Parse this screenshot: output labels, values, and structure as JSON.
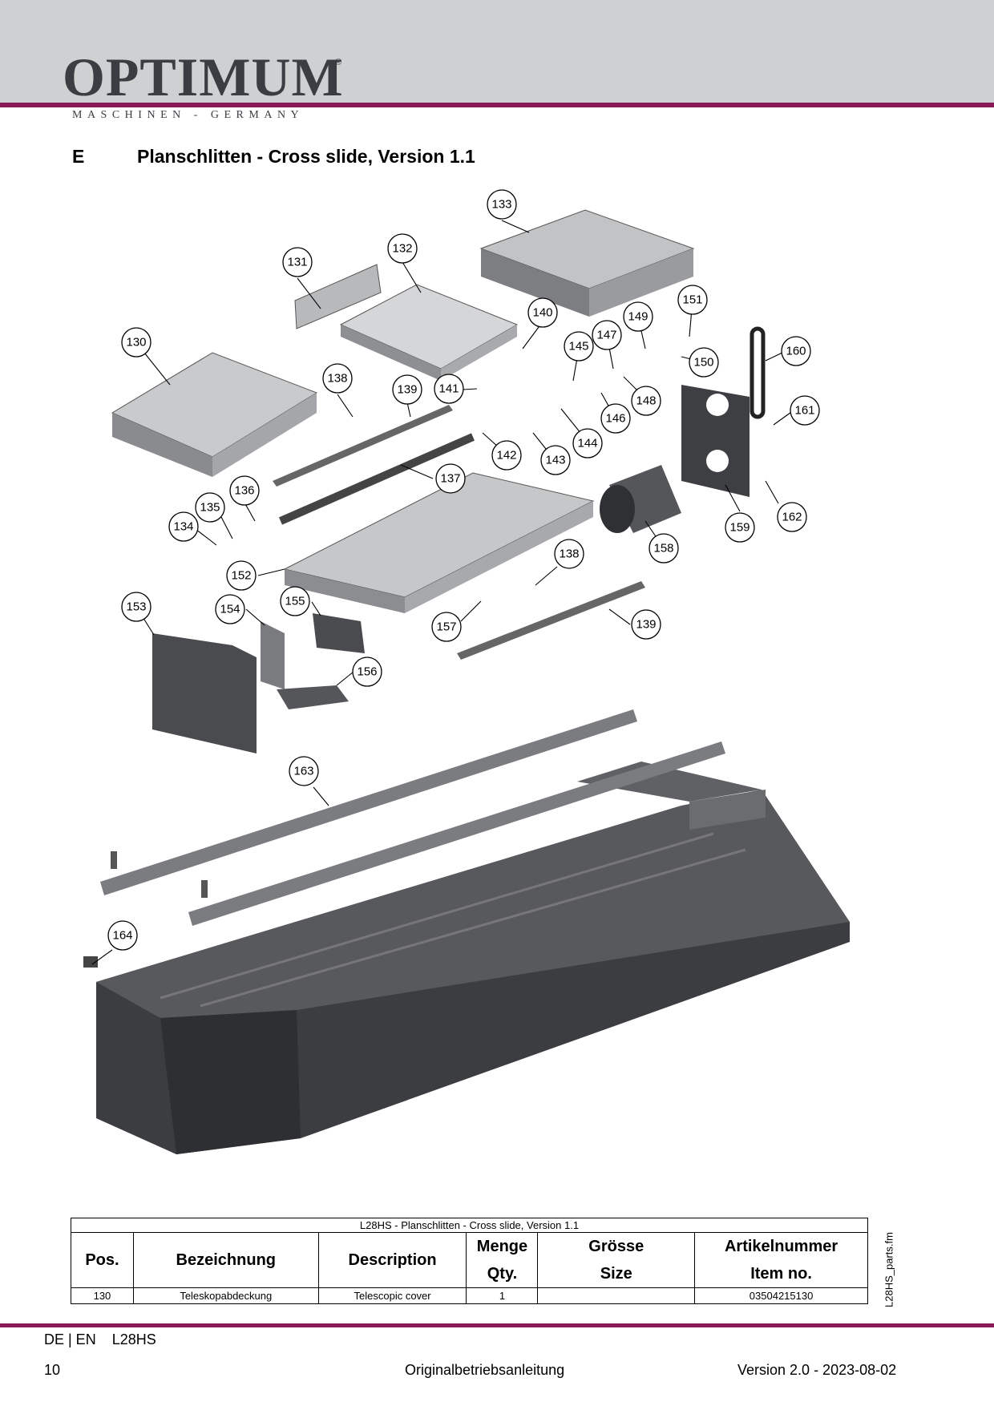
{
  "header": {
    "logo": "OPTIMUM",
    "logo_registered": "®",
    "tagline": "MASCHINEN - GERMANY"
  },
  "section": {
    "letter": "E",
    "title": "Planschlitten - Cross slide, Version 1.1"
  },
  "callouts": [
    "130",
    "131",
    "132",
    "133",
    "134",
    "135",
    "136",
    "137",
    "138",
    "138",
    "139",
    "139",
    "140",
    "141",
    "142",
    "143",
    "144",
    "145",
    "146",
    "147",
    "148",
    "149",
    "150",
    "151",
    "152",
    "153",
    "154",
    "155",
    "156",
    "157",
    "158",
    "159",
    "160",
    "161",
    "162",
    "163",
    "164"
  ],
  "table": {
    "caption": "L28HS - Planschlitten - Cross slide, Version 1.1",
    "headers": {
      "pos": "Pos.",
      "bezeichnung": "Bezeichnung",
      "description": "Description",
      "menge": "Menge",
      "qty": "Qty.",
      "groesse": "Grösse",
      "size": "Size",
      "artikelnummer": "Artikelnummer",
      "item_no": "Item no."
    },
    "rows": [
      {
        "pos": "130",
        "bezeichnung": "Teleskopabdeckung",
        "description": "Telescopic cover",
        "qty": "1",
        "size": "",
        "item_no": "03504215130"
      }
    ]
  },
  "side_label": "L28HS_parts.fm",
  "footer": {
    "languages": "DE | EN",
    "model": "L28HS",
    "page": "10",
    "center": "Originalbetriebsanleitung",
    "version": "Version 2.0 - 2023-08-02"
  }
}
